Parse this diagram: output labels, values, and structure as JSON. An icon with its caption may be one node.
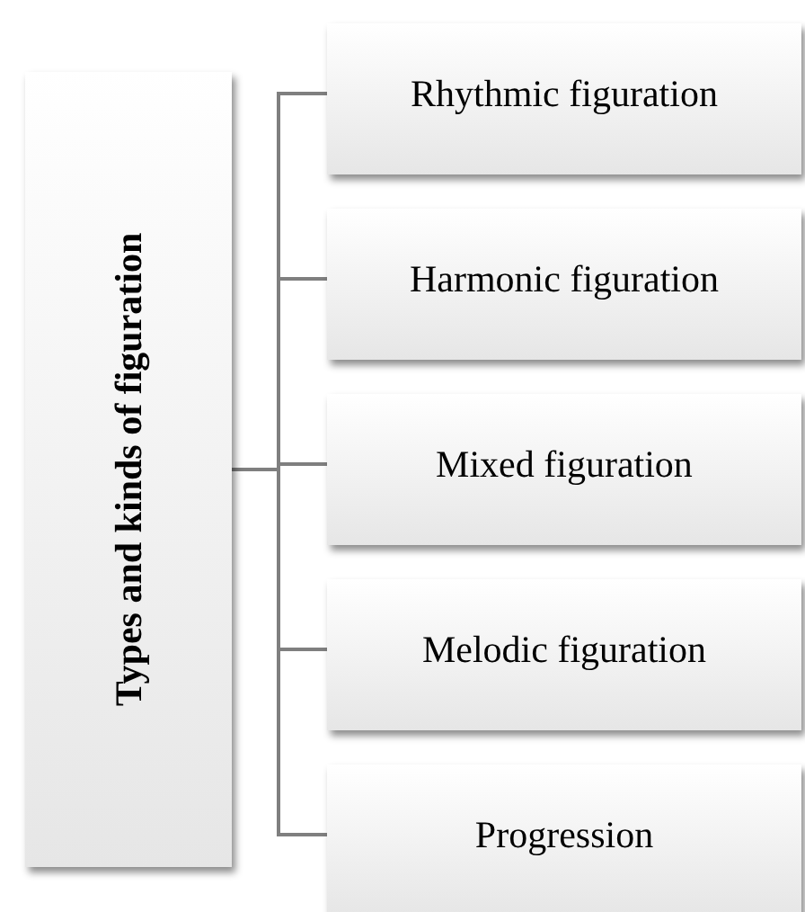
{
  "diagram": {
    "nodes": [
      {
        "text": [
          "Types and kinds of figuration"
        ]
      },
      {
        "text": [
          "Rhythmic figuration"
        ]
      },
      {
        "text": [
          "Harmonic figuration"
        ]
      },
      {
        "text": [
          "Mixed figuration"
        ]
      },
      {
        "text": [
          "Melodic figuration"
        ]
      },
      {
        "text": [
          "Progression"
        ]
      }
    ],
    "edges": [
      {
        "from": 0,
        "to": 1,
        "arrow": "none"
      },
      {
        "from": 0,
        "to": 2,
        "arrow": "none"
      },
      {
        "from": 0,
        "to": 3,
        "arrow": "none"
      },
      {
        "from": 0,
        "to": 4,
        "arrow": "none"
      },
      {
        "from": 0,
        "to": 5,
        "arrow": "none"
      }
    ]
  }
}
